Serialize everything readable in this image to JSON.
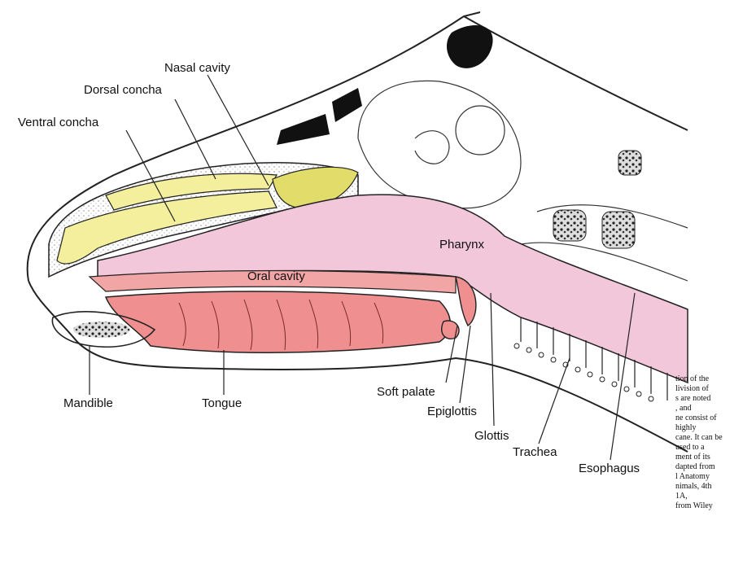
{
  "labels": {
    "nasal_cavity": "Nasal cavity",
    "dorsal_concha": "Dorsal concha",
    "ventral_concha": "Ventral concha",
    "pharynx": "Pharynx",
    "oral_cavity": "Oral cavity",
    "mandible": "Mandible",
    "tongue": "Tongue",
    "soft_palate": "Soft palate",
    "epiglottis": "Epiglottis",
    "glottis": "Glottis",
    "trachea": "Trachea",
    "esophagus": "Esophagus"
  },
  "caption_lines": [
    "tion of the",
    "livision of",
    "s are noted",
    ", and",
    "ne consist of",
    "highly",
    "cane. It can be",
    "used to a",
    "ment of its",
    "dapted from",
    "l Anatomy",
    "nimals, 4th",
    "1A,",
    "from Wiley"
  ],
  "colors": {
    "concha_yellow": "#f4ef9c",
    "pharynx_pink": "#f3c7da",
    "tongue_red": "#ef8f8f",
    "oral_pink": "#f2a5a5",
    "bone_black": "#111111"
  }
}
